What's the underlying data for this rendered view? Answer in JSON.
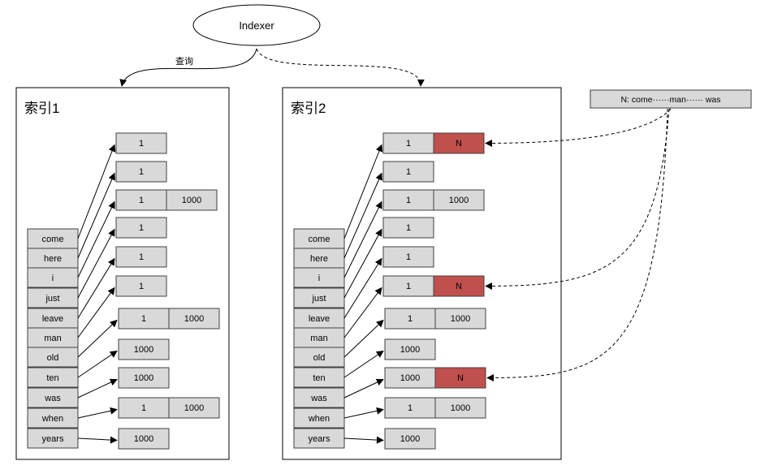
{
  "indexer": {
    "label": "Indexer"
  },
  "query_label": "查询",
  "new_doc": {
    "label": "N: come······man······ was"
  },
  "index1": {
    "title": "索引1",
    "terms": [
      "come",
      "here",
      "i",
      "just",
      "leave",
      "man",
      "old",
      "ten",
      "was",
      "when",
      "years"
    ],
    "postings": [
      [
        "1"
      ],
      [
        "1"
      ],
      [
        "1",
        "1000"
      ],
      [
        "1"
      ],
      [
        "1"
      ],
      [
        "1"
      ],
      [
        "1",
        "1000"
      ],
      [
        "1000"
      ],
      [
        "1000"
      ],
      [
        "1",
        "1000"
      ],
      [
        "1000"
      ]
    ]
  },
  "index2": {
    "title": "索引2",
    "terms": [
      "come",
      "here",
      "i",
      "just",
      "leave",
      "man",
      "old",
      "ten",
      "was",
      "when",
      "years"
    ],
    "postings": [
      [
        "1",
        "N"
      ],
      [
        "1"
      ],
      [
        "1",
        "1000"
      ],
      [
        "1"
      ],
      [
        "1"
      ],
      [
        "1",
        "N"
      ],
      [
        "1",
        "1000"
      ],
      [
        "1000"
      ],
      [
        "1000",
        "N"
      ],
      [
        "1",
        "1000"
      ],
      [
        "1000"
      ]
    ]
  },
  "colors": {
    "cell_fill": "#d9d9d9",
    "highlight_fill": "#c0504d",
    "border": "#404040",
    "line": "#000000"
  }
}
